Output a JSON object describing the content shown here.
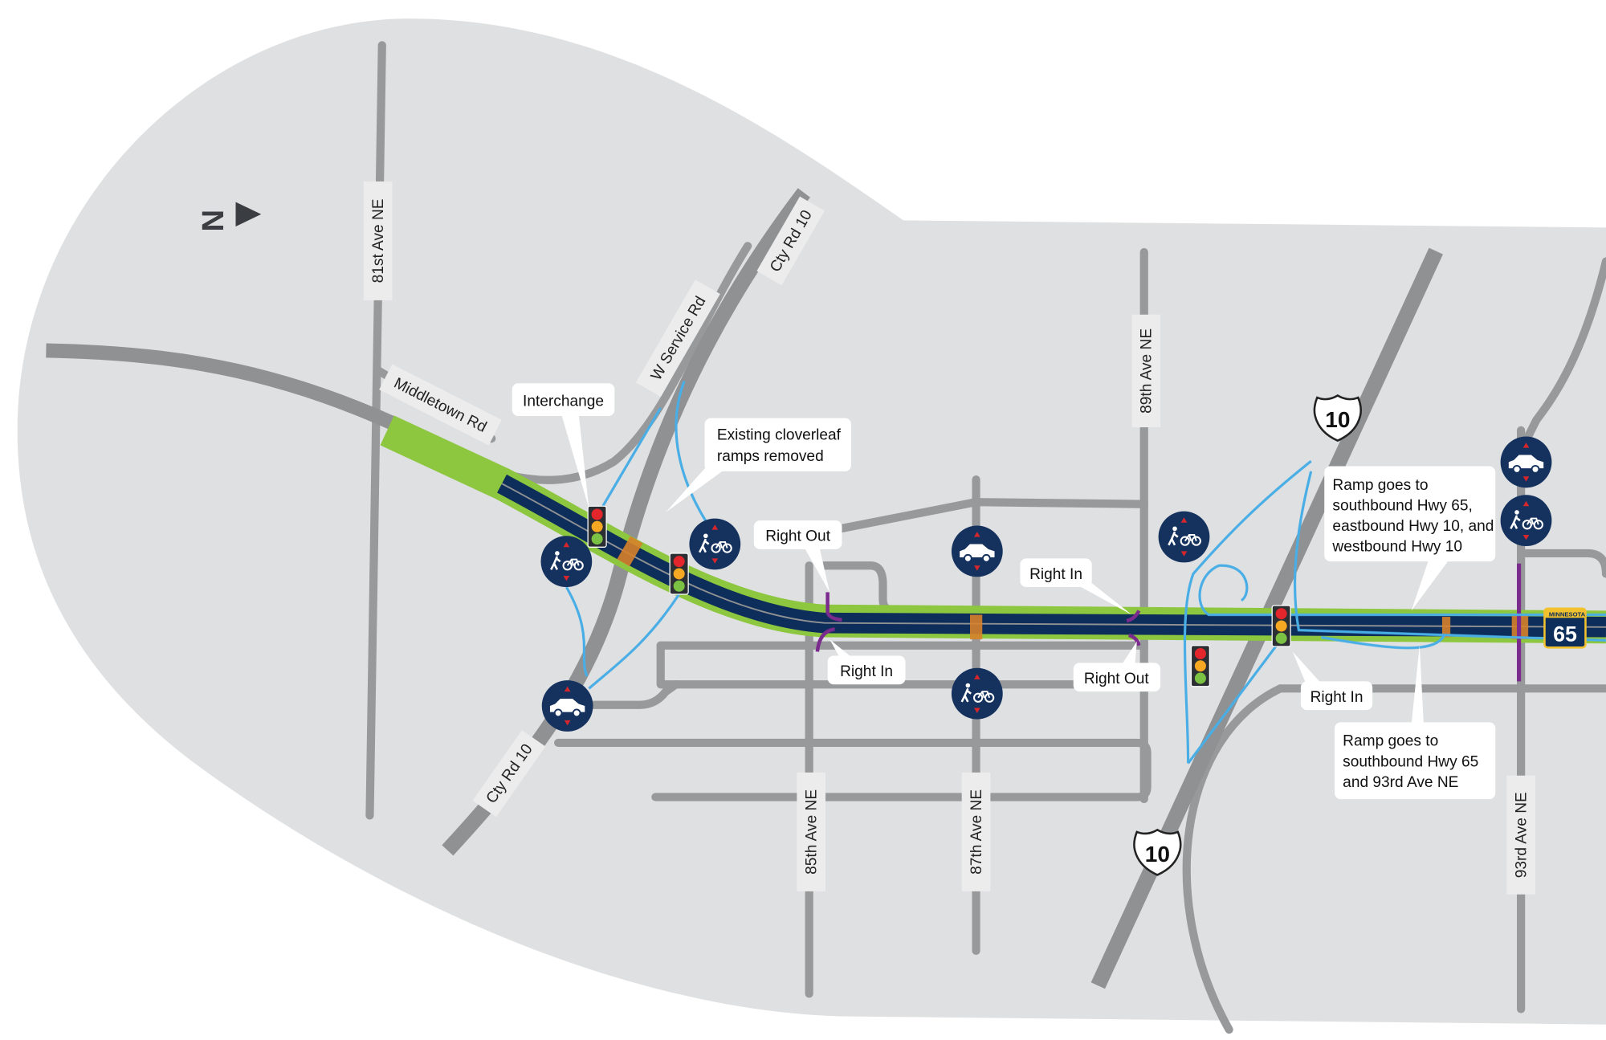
{
  "map": {
    "north_label": "N",
    "colors": {
      "land": "#dfe0e1",
      "road": "#97999b",
      "highway": "#0d2d5a",
      "bikeway": "#8dc63f",
      "ramp": "#4aaee6",
      "turn": "#7b2a8d",
      "crossing": "#d9822b",
      "icon_circle": "#15325f",
      "arrow": "#d7262b"
    },
    "roads": {
      "ave81": "81st Ave NE",
      "middletown": "Middletown Rd",
      "w_service": "W Service Rd",
      "cty10_north": "Cty Rd 10",
      "cty10_south": "Cty Rd 10",
      "ave85": "85th Ave NE",
      "ave87": "87th Ave NE",
      "ave89": "89th Ave NE",
      "ave93": "93rd Ave NE"
    },
    "shields": {
      "us10_north": "10",
      "us10_south": "10",
      "mn65_state": "MINNESOTA",
      "mn65": "65"
    },
    "callouts": {
      "interchange": "Interchange",
      "cloverleaf": [
        "Existing cloverleaf",
        "ramps removed"
      ],
      "right_out_85": "Right Out",
      "right_in_85": "Right In",
      "right_in_89": "Right In",
      "right_out_89": "Right Out",
      "ramp_north": [
        "Ramp goes to",
        "southbound Hwy 65,",
        "eastbound Hwy 10, and",
        "westbound Hwy 10"
      ],
      "right_in_10": "Right In",
      "ramp_south": [
        "Ramp goes to",
        "southbound Hwy 65",
        "and 93rd Ave NE"
      ]
    },
    "icons": [
      "pedestrian-bike-crossing",
      "car-crossing",
      "traffic-signal",
      "us-highway-shield",
      "minnesota-highway-shield",
      "north-arrow"
    ]
  }
}
